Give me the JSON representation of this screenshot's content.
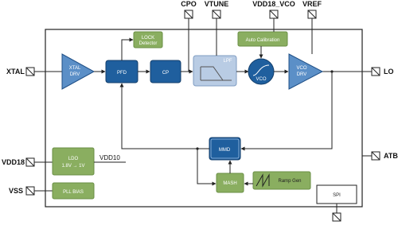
{
  "pins": {
    "xtal": "XTAL",
    "lo": "LO",
    "vdd18": "VDD18",
    "vss": "VSS",
    "atb": "ATB",
    "cpo": "CPO",
    "vtune": "VTUNE",
    "vdd18_vco": "VDD18_VCO",
    "vref": "VREF"
  },
  "blocks": {
    "xtal_drv": [
      "XTAL",
      "DRV"
    ],
    "pfd": "PFD",
    "cp": "CP",
    "lpf": "LPF",
    "vco": "VCO",
    "vco_drv": [
      "VCO",
      "DRV"
    ],
    "lock_detector": [
      "LOCK",
      "Detector"
    ],
    "auto_calibration": "Auto Calibration",
    "mmd": "MMD",
    "mash": "MASH",
    "ramp_gen": "Ramp Gen",
    "ldo": [
      "LDO",
      "1.8V → 1V"
    ],
    "pll_bias": "PLL BIAS",
    "spi": "SPI"
  },
  "labels": {
    "vdd10": "VDD10"
  },
  "colors": {
    "blue_block": "#1f5f9e",
    "light_blue": "#5b8fc7",
    "green_block": "#8aae60",
    "lpf_block": "#b9cce4",
    "frame": "#222222"
  }
}
